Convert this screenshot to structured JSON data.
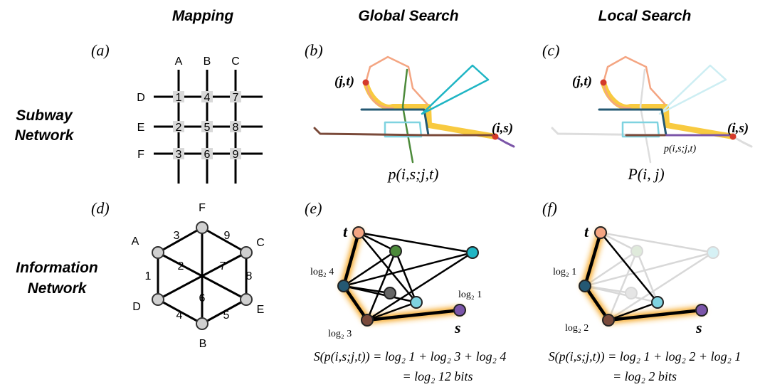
{
  "columns": {
    "mapping": "Mapping",
    "global": "Global Search",
    "local": "Local Search"
  },
  "rows": {
    "subway": [
      "Subway",
      "Network"
    ],
    "information": [
      "Information",
      "Network"
    ]
  },
  "panels": {
    "a": "(a)",
    "b": "(b)",
    "c": "(c)",
    "d": "(d)",
    "e": "(e)",
    "f": "(f)"
  },
  "grid": {
    "cols": [
      "A",
      "B",
      "C"
    ],
    "rows": [
      "D",
      "E",
      "F"
    ],
    "cells": [
      "1",
      "4",
      "7",
      "2",
      "5",
      "8",
      "3",
      "6",
      "9"
    ]
  },
  "hexagon": {
    "vertices": [
      "F",
      "A",
      "C",
      "D",
      "E",
      "B"
    ],
    "edges": [
      "3",
      "9",
      "1",
      "8",
      "4",
      "5",
      "2",
      "7",
      "6"
    ]
  },
  "subway_b": {
    "start": "(j,t)",
    "end": "(i,s)",
    "caption": "p(i,s;j,t)"
  },
  "subway_c": {
    "start": "(j,t)",
    "end": "(i,s)",
    "caption": "P(i, j)",
    "path_label": "p(i,s;j,t)"
  },
  "info_e": {
    "t": "t",
    "s": "s",
    "labels": [
      "log₂ 4",
      "log₂ 3",
      "log₂ 1"
    ],
    "formula": "S(p(i,s;j,t)) = log₂ 1 + log₂ 3 + log₂ 4",
    "result": "= log₂ 12 bits"
  },
  "info_f": {
    "t": "t",
    "s": "s",
    "labels": [
      "log₂ 1",
      "log₂ 2"
    ],
    "formula": "S(p(i,s;j,t)) = log₂ 1 + log₂ 2 + log₂ 1",
    "result": "= log₂ 2 bits"
  },
  "colors": {
    "orange": "#f4a582",
    "green": "#4c8a3a",
    "teal": "#1fb5c4",
    "lightblue": "#7fd3e0",
    "darkblue": "#245873",
    "brown": "#7a4a3a",
    "purple": "#7b55a8",
    "gray": "#666666",
    "highlight": "#f5b800",
    "red": "#d43a2a"
  }
}
